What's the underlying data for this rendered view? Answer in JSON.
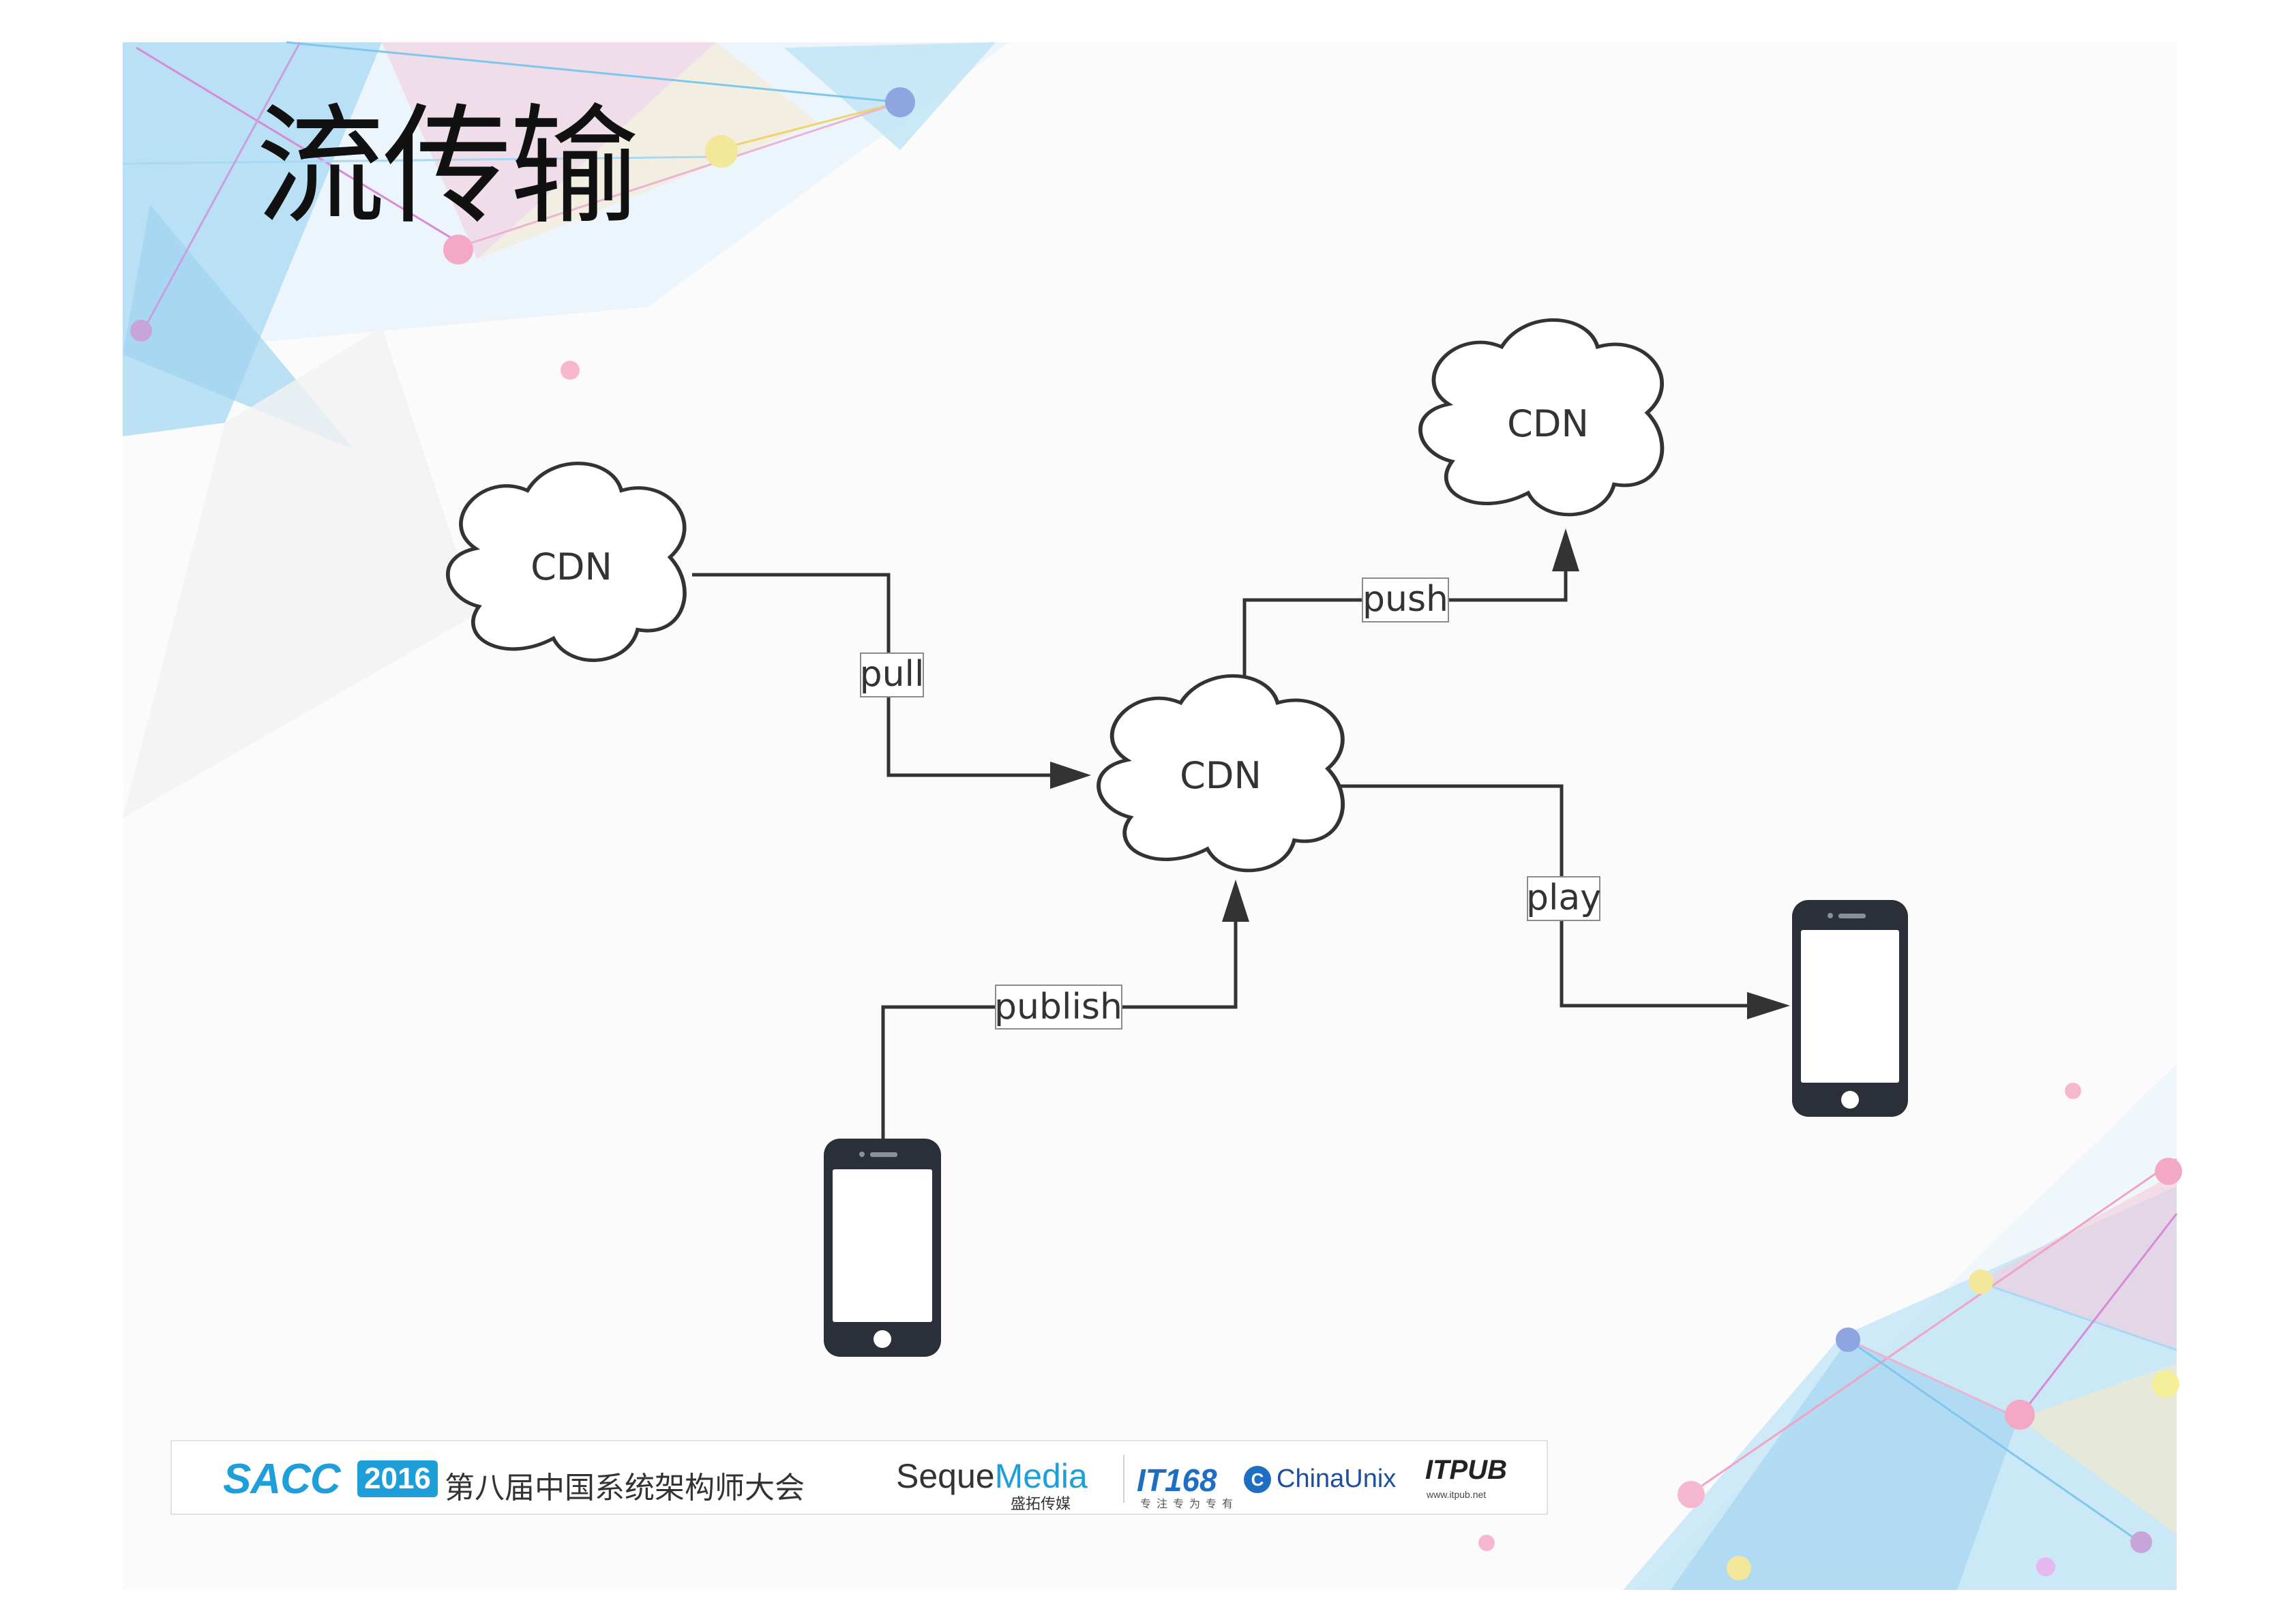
{
  "slide": {
    "title": "流传输"
  },
  "diagram": {
    "nodes": {
      "cdn_left": "CDN",
      "cdn_top": "CDN",
      "cdn_center": "CDN"
    },
    "edges": {
      "pull": "pull",
      "push": "push",
      "publish": "publish",
      "play": "play"
    }
  },
  "footer": {
    "brand": "SACC",
    "year": "2016",
    "conference": "第八届中国系统架构师大会",
    "sponsor_seque": "Seque",
    "sponsor_media": "Media",
    "sponsor_sub": "盛拓传媒",
    "sponsor_it168": "IT168",
    "sponsor_it168_sub": "专注专为专有",
    "sponsor_chinaunix": "ChinaUnix",
    "sponsor_itpub": "ITPUB",
    "sponsor_itpub_sub": "www.itpub.net"
  },
  "colors": {
    "line": "#333333",
    "accent": "#1e9fd9",
    "phone": "#2b2f3a"
  }
}
